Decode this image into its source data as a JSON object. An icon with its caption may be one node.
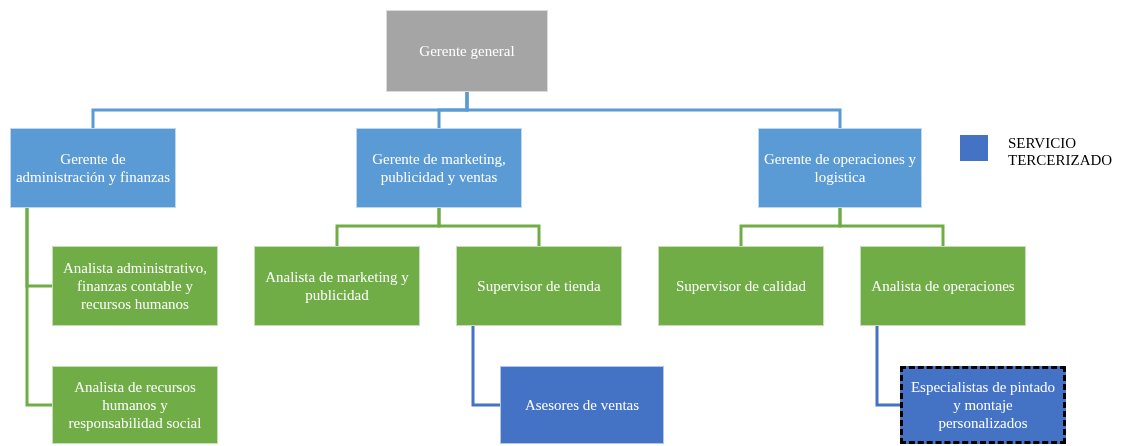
{
  "diagram": {
    "nodes": [
      {
        "text": [
          "Gerente general"
        ]
      },
      {
        "text": [
          "Gerente de administración y finanzas"
        ]
      },
      {
        "text": [
          "Gerente de marketing, publicidad y ventas"
        ]
      },
      {
        "text": [
          "Gerente de operaciones y logistica"
        ]
      },
      {
        "text": [
          "Analista administrativo, finanzas contable y recursos humanos"
        ]
      },
      {
        "text": [
          "Analista de recursos humanos y responsabilidad social"
        ]
      },
      {
        "text": [
          "Analista de marketing y publicidad"
        ]
      },
      {
        "text": [
          "Supervisor de tienda"
        ]
      },
      {
        "text": [
          "Asesores de ventas"
        ]
      },
      {
        "text": [
          "Supervisor de calidad"
        ]
      },
      {
        "text": [
          "Analista de operaciones"
        ]
      },
      {
        "text": [
          "Especialistas de pintado y montaje personalizados"
        ]
      }
    ],
    "edges": [
      {
        "from": 0,
        "to": 1,
        "arrow": "none",
        "color": "#5b9bd5"
      },
      {
        "from": 0,
        "to": 2,
        "arrow": "none",
        "color": "#5b9bd5"
      },
      {
        "from": 0,
        "to": 3,
        "arrow": "none",
        "color": "#5b9bd5"
      },
      {
        "from": 1,
        "to": 4,
        "arrow": "none"
      },
      {
        "from": 1,
        "to": 5,
        "arrow": "none"
      },
      {
        "from": 2,
        "to": 6,
        "arrow": "none"
      },
      {
        "from": 2,
        "to": 7,
        "arrow": "none"
      },
      {
        "from": 7,
        "to": 8,
        "arrow": "none",
        "color": "#4472c4"
      },
      {
        "from": 3,
        "to": 9,
        "arrow": "none"
      },
      {
        "from": 3,
        "to": 10,
        "arrow": "none"
      },
      {
        "from": 10,
        "to": 11,
        "arrow": "none",
        "color": "#4472c4"
      }
    ],
    "legend": [
      {
        "text": "SERVICIO TERCERIZADO",
        "color": "#4472c4"
      }
    ]
  }
}
